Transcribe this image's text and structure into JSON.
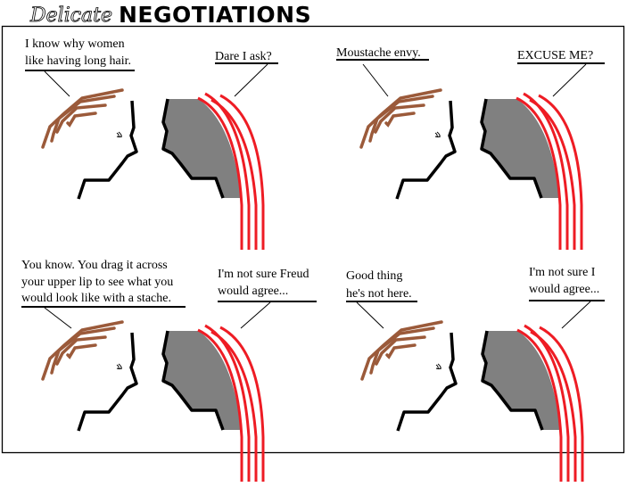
{
  "title": {
    "script_word": "Delicate",
    "bold_word": "NEGOTIATIONS"
  },
  "colors": {
    "his_hair": "#9b5a3a",
    "her_hair": "#ee1c24",
    "her_face": "#808080",
    "outline": "#000000"
  },
  "panels": [
    {
      "left": [
        "I know why women",
        "like having long hair."
      ],
      "right": [
        "Dare I ask?"
      ]
    },
    {
      "left": [
        "Moustache envy."
      ],
      "right": [
        "EXCUSE ME?"
      ]
    },
    {
      "left": [
        "You know. You drag it across",
        "your upper lip to see what you",
        "would look like with a stache."
      ],
      "right": [
        "I'm not sure Freud",
        "would agree..."
      ]
    },
    {
      "left": [
        "Good thing",
        "he's not here."
      ],
      "right": [
        "I'm not sure I",
        "would agree..."
      ]
    }
  ]
}
